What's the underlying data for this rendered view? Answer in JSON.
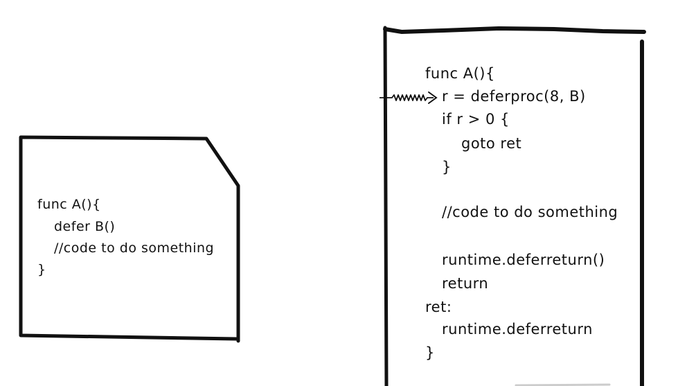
{
  "left_box": {
    "lines": [
      "func A(){",
      "defer B()",
      "//code to do something",
      "}"
    ]
  },
  "right_box": {
    "lines": [
      "func A(){",
      "r = deferproc(8, B)",
      "if r > 0 {",
      "goto ret",
      "}",
      "//code to do something",
      "runtime.deferreturn()",
      "return",
      "ret:",
      "runtime.deferreturn",
      "}"
    ]
  },
  "colors": {
    "ink": "#111111",
    "background": "#ffffff"
  }
}
